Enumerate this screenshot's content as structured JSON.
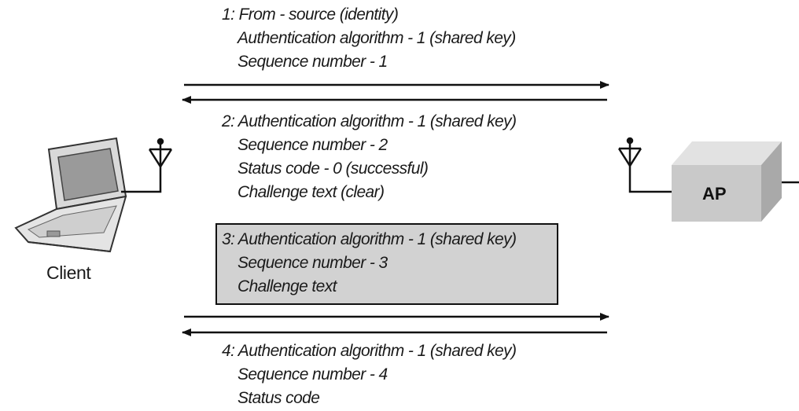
{
  "nodes": {
    "client": "Client",
    "ap": "AP"
  },
  "messages": [
    {
      "step": "1:",
      "lines": [
        "From - source (identity)",
        "Authentication algorithm - 1 (shared key)",
        "Sequence number - 1"
      ]
    },
    {
      "step": "2:",
      "lines": [
        "Authentication algorithm - 1 (shared key)",
        "Sequence number - 2",
        "Status code - 0 (successful)",
        "Challenge text (clear)"
      ]
    },
    {
      "step": "3:",
      "lines": [
        "Authentication algorithm - 1 (shared key)",
        "Sequence number - 3",
        "Challenge text"
      ]
    },
    {
      "step": "4:",
      "lines": [
        "Authentication algorithm - 1 (shared key)",
        "Sequence number - 4",
        "Status code"
      ]
    }
  ],
  "colors": {
    "line": "#111111",
    "box_fill": "#d2d2d2",
    "ap_front": "#c9c9c9",
    "ap_top": "#e2e2e2",
    "ap_side": "#a9a9a9"
  }
}
